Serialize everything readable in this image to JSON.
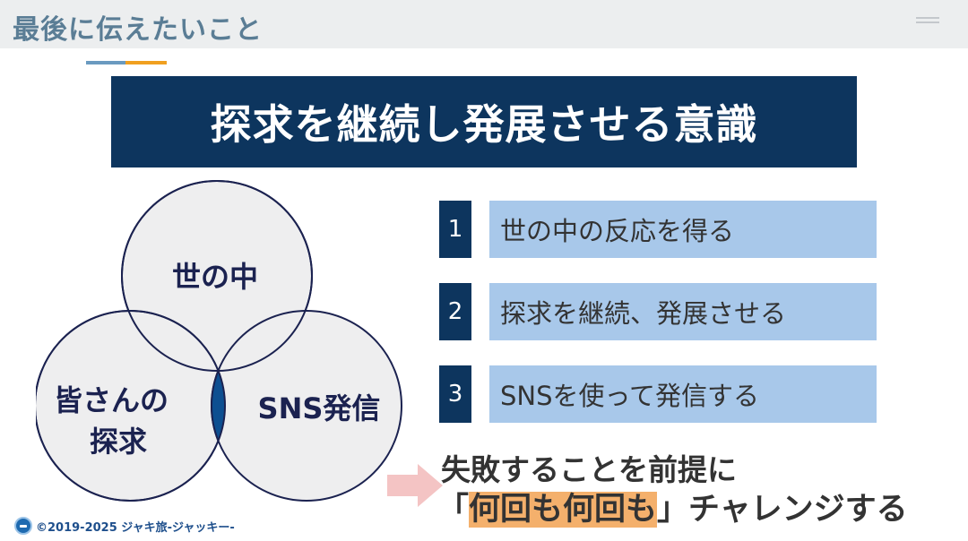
{
  "header": {
    "title": "最後に伝えたいこと"
  },
  "banner": {
    "text": "探求を継続し発展させる意識"
  },
  "venn": {
    "top_label": "世の中",
    "left_label_line1": "皆さんの",
    "left_label_line2": "探求",
    "right_label": "SNS発信"
  },
  "steps": [
    {
      "number": "1",
      "text": "世の中の反応を得る"
    },
    {
      "number": "2",
      "text": "探求を継続、発展させる"
    },
    {
      "number": "3",
      "text": "SNSを使って発信する"
    }
  ],
  "conclusion": {
    "line1": "失敗することを前提に",
    "open_bracket": "「",
    "highlight": "何回も何回も",
    "rest": "」チャレンジする"
  },
  "footer": {
    "copyright": "©2019-2025 ジャキ旅-ジャッキー-"
  },
  "colors": {
    "navy": "#0d355e",
    "light_blue": "#a8c8ea",
    "highlight_orange": "#f4b06c",
    "overlap_blue": "#0d4f91",
    "title_gray_blue": "#5a7d95"
  }
}
